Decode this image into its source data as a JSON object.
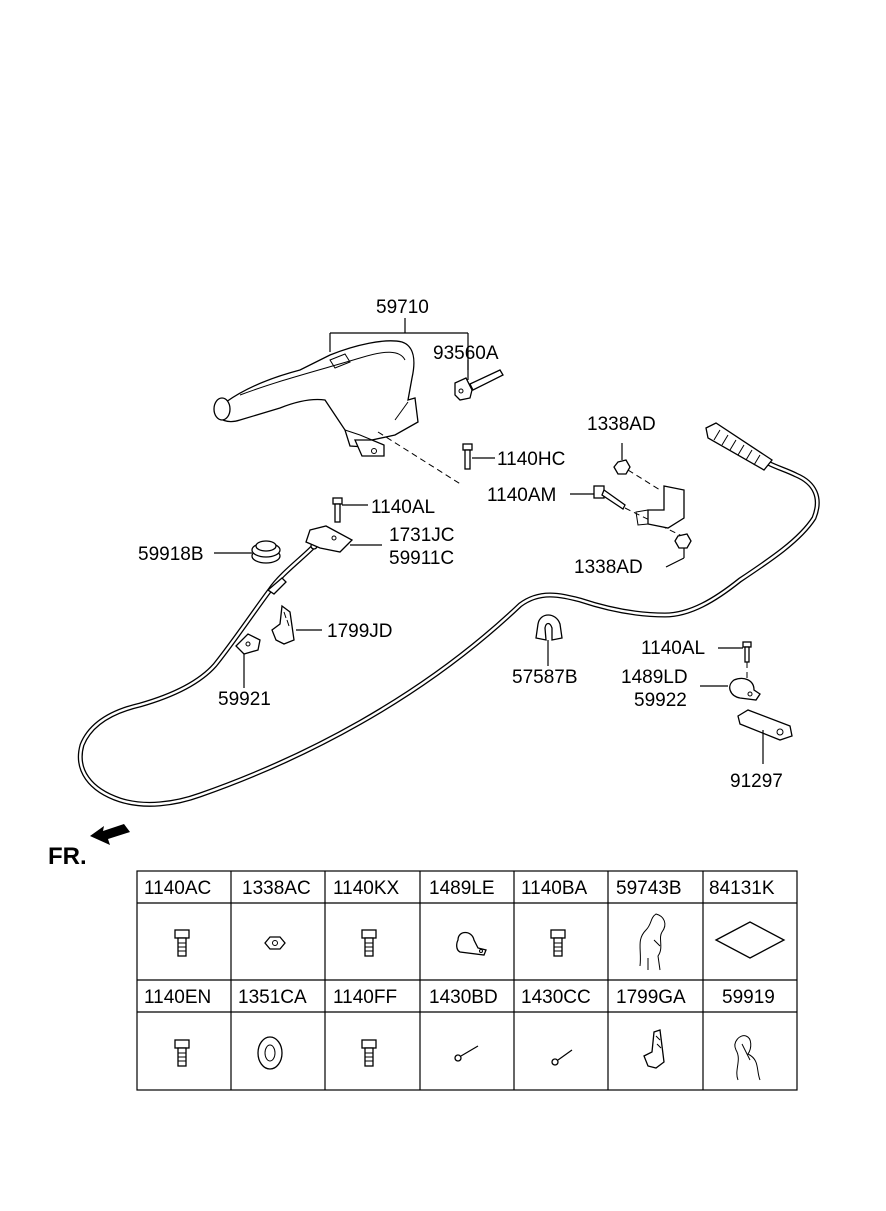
{
  "callouts": {
    "c59710": "59710",
    "c93560A": "93560A",
    "c1140HC": "1140HC",
    "c1338AD_top": "1338AD",
    "c1140AM": "1140AM",
    "c1338AD_bottom": "1338AD",
    "c1140AL_left": "1140AL",
    "c1731JC": "1731JC",
    "c59911C": "59911C",
    "c59918B": "59918B",
    "c1799JD": "1799JD",
    "c59921": "59921",
    "c57587B": "57587B",
    "c1140AL_right": "1140AL",
    "c1489LD": "1489LD",
    "c59922": "59922",
    "c91297": "91297"
  },
  "direction": {
    "label": "FR."
  },
  "parts_table": {
    "row1": [
      "1140AC",
      "1338AC",
      "1140KX",
      "1489LE",
      "1140BA",
      "59743B",
      "84131K"
    ],
    "row2": [
      "1140EN",
      "1351CA",
      "1140FF",
      "1430BD",
      "1430CC",
      "1799GA",
      "59919"
    ]
  }
}
